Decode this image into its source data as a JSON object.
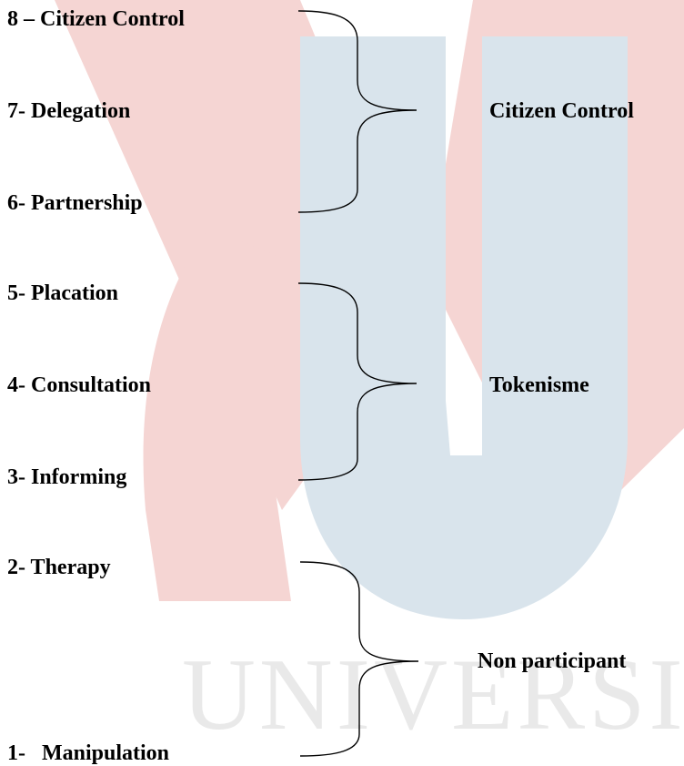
{
  "watermark": {
    "text": "UNIVERSITI",
    "colors": {
      "red": "#f5d5d3",
      "blue": "#d9e4ec",
      "gray": "#e9e9e9"
    }
  },
  "ladder": [
    {
      "rung": 8,
      "label": "8 – Citizen Control"
    },
    {
      "rung": 7,
      "label": "7- Delegation"
    },
    {
      "rung": 6,
      "label": "6- Partnership"
    },
    {
      "rung": 5,
      "label": "5- Placation"
    },
    {
      "rung": 4,
      "label": "4- Consultation"
    },
    {
      "rung": 3,
      "label": "3- Informing"
    },
    {
      "rung": 2,
      "label": "2- Therapy"
    },
    {
      "rung": 1,
      "label": "1-   Manipulation"
    }
  ],
  "groups": [
    {
      "label": "Citizen Control",
      "rungs": [
        8,
        7,
        6
      ]
    },
    {
      "label": "Tokenisme",
      "rungs": [
        5,
        4,
        3
      ]
    },
    {
      "label": "Non participant",
      "rungs": [
        2,
        1
      ]
    }
  ]
}
